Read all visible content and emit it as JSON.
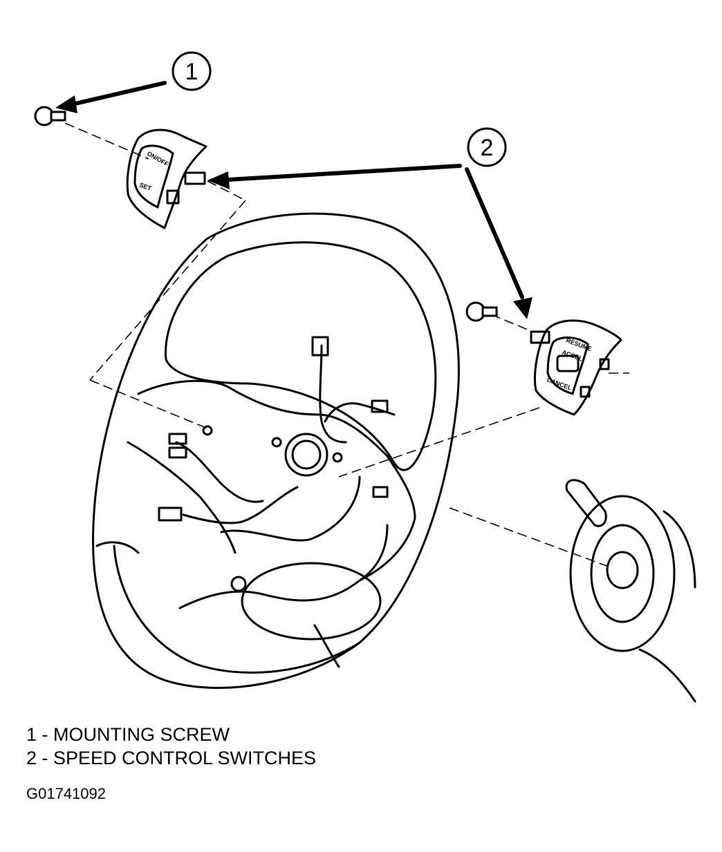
{
  "diagram": {
    "callouts": [
      {
        "number": "1"
      },
      {
        "number": "2"
      }
    ],
    "switch_labels": {
      "left_top": "ON/OFF",
      "left_bottom": "SET",
      "right_top": "RESUME",
      "right_middle": "ACCEL",
      "right_bottom": "CANCEL"
    }
  },
  "legend": [
    {
      "text": "1 - MOUNTING SCREW"
    },
    {
      "text": "2 - SPEED CONTROL SWITCHES"
    }
  ],
  "figure_code": "G01741092"
}
